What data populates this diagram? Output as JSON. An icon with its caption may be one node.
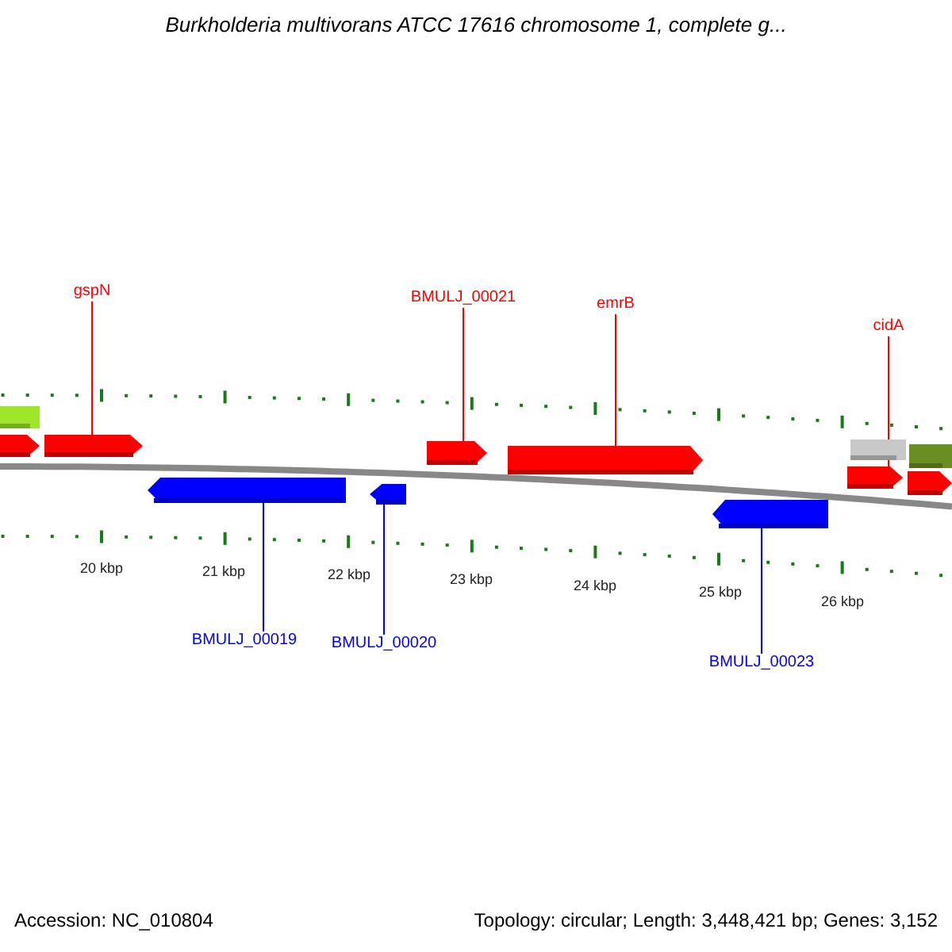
{
  "diagram": {
    "title": "Burkholderia multivorans ATCC 17616 chromosome 1, complete g...",
    "nodes": [
      {
        "text": [
          "gspN"
        ]
      },
      {
        "text": [
          "BMULJ_00021"
        ]
      },
      {
        "text": [
          "emrB"
        ]
      },
      {
        "text": [
          "cidA"
        ]
      },
      {
        "text": [],
        "shape": "bar"
      },
      {
        "text": [],
        "shape": "pentagon"
      },
      {
        "text": [],
        "shape": "pentagon"
      },
      {
        "text": [],
        "shape": "pentagon"
      },
      {
        "text": [],
        "shape": "pentagon"
      },
      {
        "text": [],
        "shape": "bar"
      },
      {
        "text": [],
        "shape": "bar"
      },
      {
        "text": [],
        "shape": "pentagon"
      },
      {
        "text": [],
        "shape": "pentagon"
      },
      {
        "text": [],
        "shape": "pentagon"
      },
      {
        "text": [],
        "shape": "pentagon"
      },
      {
        "text": [],
        "shape": "pentagon"
      },
      {
        "text": [
          "BMULJ_00019"
        ]
      },
      {
        "text": [
          "BMULJ_00020"
        ]
      },
      {
        "text": [
          "BMULJ_00023"
        ]
      }
    ],
    "edges": [
      {
        "from": 0,
        "to": 6,
        "arrow": "none"
      },
      {
        "from": 1,
        "to": 7,
        "arrow": "none"
      },
      {
        "from": 2,
        "to": 8,
        "arrow": "none"
      },
      {
        "from": 3,
        "to": 11,
        "arrow": "none"
      },
      {
        "from": 16,
        "to": 13,
        "arrow": "none",
        "color": "#0000ff"
      },
      {
        "from": 17,
        "to": 14,
        "arrow": "none",
        "color": "#0000ff"
      },
      {
        "from": 18,
        "to": 15,
        "arrow": "none",
        "color": "#0000ff"
      }
    ],
    "labels": [
      "20 kbp",
      "21 kbp",
      "22 kbp",
      "23 kbp",
      "24 kbp",
      "25 kbp",
      "26 kbp",
      "Accession: NC_010804",
      "Topology: circular; Length: 3,448,421 bp; Genes: 3,152"
    ]
  }
}
